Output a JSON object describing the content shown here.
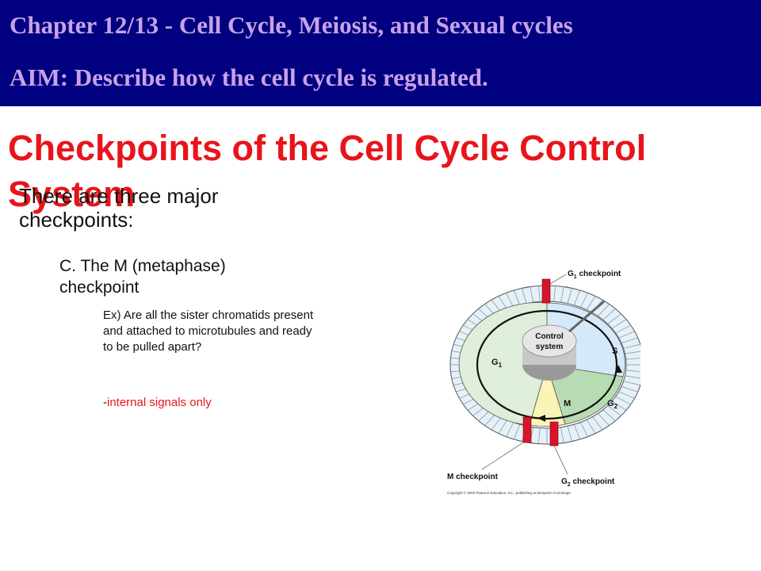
{
  "header": {
    "line1": "Chapter 12/13 - Cell Cycle, Meiosis, and Sexual cycles",
    "line2": "AIM: Describe how the cell cycle is regulated."
  },
  "slide": {
    "title": "Checkpoints of the Cell Cycle Control System",
    "intro": "There are three major checkpoints:",
    "point": "C. The M (metaphase) checkpoint",
    "example": "Ex) Are all the sister chromatids present and attached to microtubules and ready to be pulled apart?",
    "note_prefix": "-",
    "note_text": "internal signals only"
  },
  "diagram": {
    "g1_checkpoint": "G",
    "g1_checkpoint_sub": "1",
    "g1_checkpoint_suffix": " checkpoint",
    "control": "Control",
    "system": "system",
    "phase_g1": "G",
    "phase_g1_sub": "1",
    "phase_s": "S",
    "phase_m": "M",
    "phase_g2": "G",
    "phase_g2_sub": "2",
    "m_checkpoint": "M checkpoint",
    "g2_checkpoint": "G",
    "g2_checkpoint_sub": "2",
    "g2_checkpoint_suffix": " checkpoint",
    "copyright": "Copyright © 2003 Pearson Education, Inc., publishing as Benjamin Cummings.",
    "colors": {
      "g1": "#dfeedb",
      "s": "#d6e9fb",
      "g2": "#b8dcb2",
      "m": "#fbf3b8",
      "ring": "#e4f1f6",
      "flag": "#d9142a"
    }
  }
}
